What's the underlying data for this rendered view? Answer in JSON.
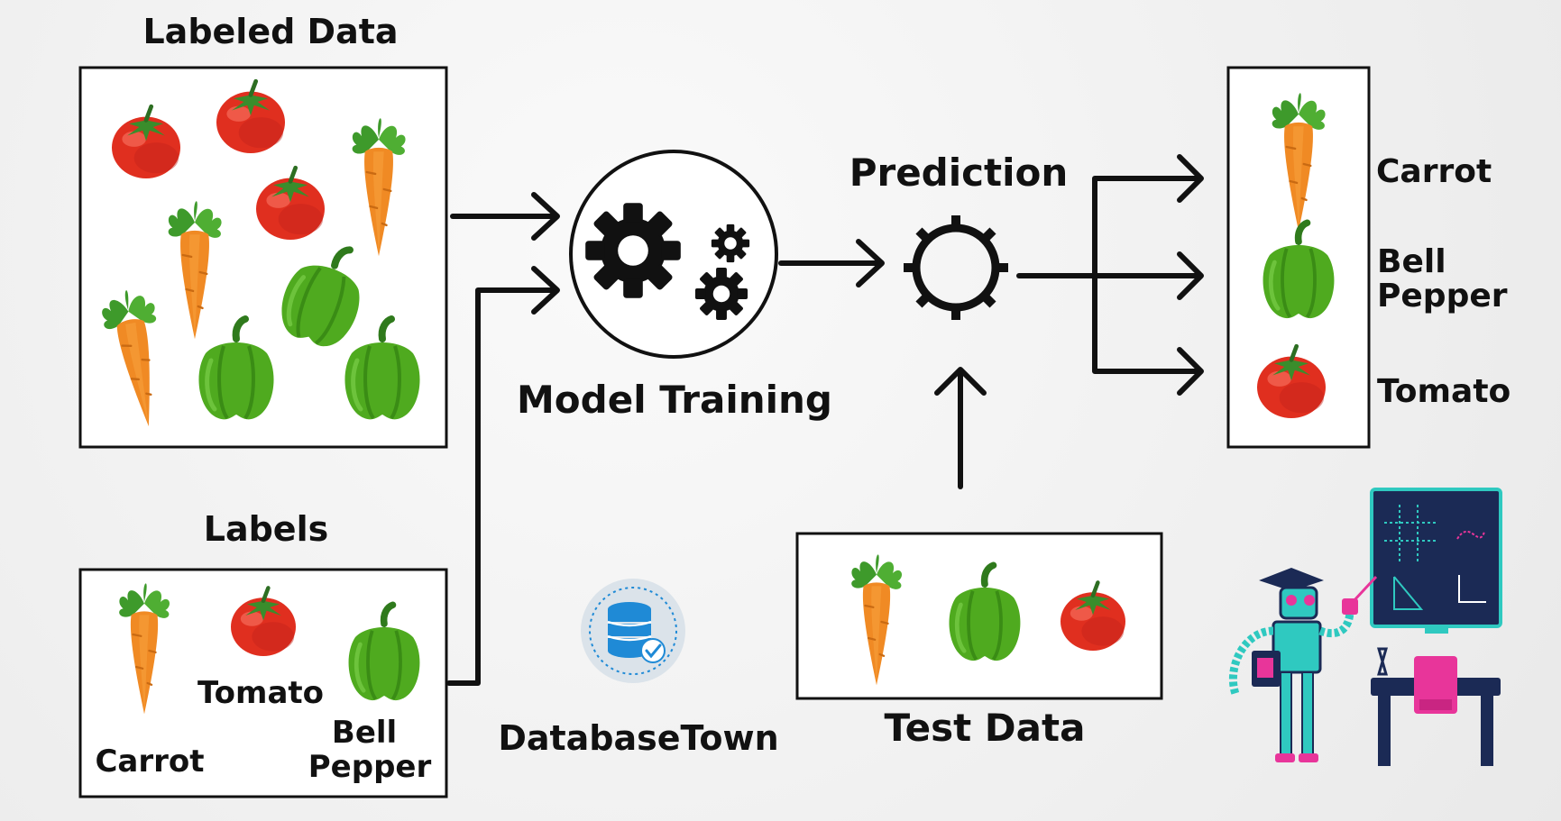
{
  "labeled_data": {
    "title": "Labeled Data"
  },
  "labels": {
    "title": "Labels",
    "items": [
      "Carrot",
      "Tomato",
      "Bell Pepper"
    ]
  },
  "model": {
    "title": "Model Training"
  },
  "prediction": {
    "title": "Prediction"
  },
  "test_data": {
    "title": "Test Data"
  },
  "outputs": [
    "Carrot",
    "Bell Pepper",
    "Tomato"
  ],
  "brand": {
    "name": "DatabaseTown"
  },
  "colors": {
    "tomato": "#e02f1f",
    "carrot": "#f08a24",
    "pepper": "#4faa1f",
    "leaf": "#3e9a2b",
    "robot_teal": "#2fc9c0",
    "robot_pink": "#e8359a",
    "board": "#1b2a55",
    "db_blue": "#1f8ad6"
  }
}
